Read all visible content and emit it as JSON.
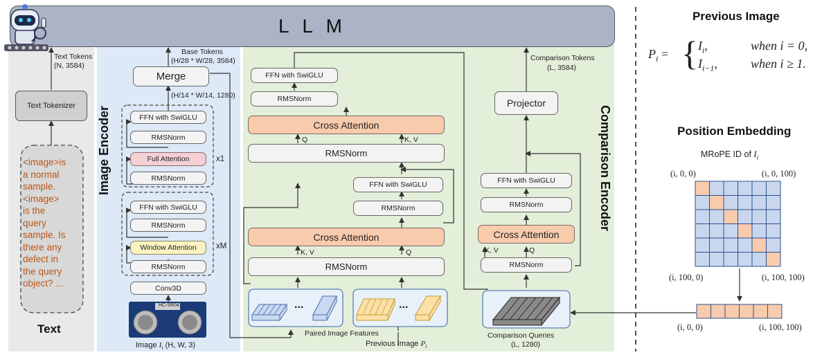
{
  "llm": {
    "label": "L L M"
  },
  "text_panel": {
    "text_tokens_label": "Text Tokens",
    "text_tokens_shape": "(N, 3584)",
    "tokenizer_label": "Text Tokenizer",
    "prompt_lines": [
      "<image>is",
      "a normal",
      "sample.",
      "<image>",
      "is the",
      "query",
      "sample. Is",
      "there any",
      "defect in",
      "the query",
      "object? ..."
    ],
    "title": "Text"
  },
  "image_encoder": {
    "title": "Image Encoder",
    "base_tokens_label": "Base Tokens",
    "base_tokens_shape": "(H/28 * W/28, 3584)",
    "merge_label": "Merge",
    "merge_shape": "(H/14 * W/14, 1280)",
    "full_block": {
      "ffn": "FFN with SwiGLU",
      "norm1": "RMSNorm",
      "attn": "Full Attention",
      "norm2": "RMSNorm",
      "repeat": "x1"
    },
    "window_block": {
      "ffn": "FFN with SwiGLU",
      "norm1": "RMSNorm",
      "attn": "Window Attention",
      "norm2": "RMSNorm",
      "repeat": "xM"
    },
    "conv_label": "Conv3D",
    "input_label": "Image",
    "input_sym": "I",
    "input_sub": "i",
    "input_shape": "(H, W, 3)",
    "sensor_text": "HC-SR04"
  },
  "comparison_encoder": {
    "title": "Comparison Encoder",
    "left": {
      "ffn_top": "FFN with SwiGLU",
      "norm_top": "RMSNorm",
      "cross_top": "Cross Attention",
      "norm_mid": "RMSNorm",
      "q_label": "Q",
      "kv_label": "K, V",
      "ffn_mid": "FFN with SwiGLU",
      "norm_mid2": "RMSNorm",
      "cross_bot": "Cross Attention",
      "kv_label2": "K, V",
      "q_label2": "Q",
      "norm_bot": "RMSNorm",
      "paired_label": "Paired Image Features",
      "dots": "...",
      "previous_label": "Previous Image",
      "previous_sym": "P",
      "previous_sub": "i"
    },
    "right": {
      "comparison_tokens_label": "Comparison Tokens",
      "comparison_tokens_shape": "(L, 3584)",
      "projector": "Projector",
      "ffn": "FFN with SwiGLU",
      "norm1": "RMSNorm",
      "cross": "Cross Attention",
      "kv_label": "K, V",
      "q_label": "Q",
      "norm2": "RMSNorm",
      "queries_label": "Comparison Queries",
      "queries_shape": "(L, 1280)"
    }
  },
  "previous_image": {
    "title": "Previous Image",
    "lhs": "P",
    "lhs_sub": "i",
    "case1_val": "I",
    "case1_sub": "i",
    "case1_cond": "when i = 0,",
    "case2_val": "I",
    "case2_sub": "i−1",
    "case2_cond": "when i  ≥ 1."
  },
  "position_embedding": {
    "title": "Position Embedding",
    "subtitle": "MRoPE ID of",
    "subtitle_sym": "I",
    "subtitle_sub": "i",
    "corner_tl": "(i, 0, 0)",
    "corner_tr": "(i, 0, 100)",
    "corner_bl": "(i, 100, 0)",
    "corner_br": "(i, 100, 100)",
    "row_left": "(i, 0, 0)",
    "row_right": "(i, 100, 100)",
    "grid_size": 6
  },
  "colors": {
    "llm_fill": "#aab4c6",
    "text_panel": "#e8e8e8",
    "image_encoder_panel": "#dce8f5",
    "comparison_panel": "#e2efd9",
    "orange": "#f8cbad",
    "grid_blue": "#c9d7ee",
    "grid_orange": "#f8cbad"
  }
}
